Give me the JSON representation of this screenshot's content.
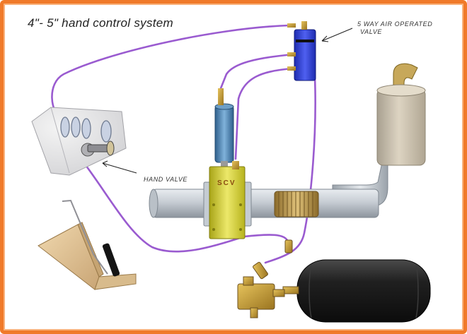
{
  "title": "4\"- 5\" hand control system",
  "labels": {
    "air_valve_line1": "5 WAY AIR OPERATED",
    "air_valve_line2": "VALVE",
    "hand_valve": "HAND VALVE"
  },
  "gate_marking": "SCV",
  "colors": {
    "frame": "#f07a2a",
    "air_line": "#9a5bd0",
    "air_valve": "#2f3fd6",
    "gate_body": "#d8d42a",
    "cylinder": "#4e86b8",
    "tank": "#1d1d1d",
    "muffler": "#c8bca8",
    "pedal_board": "#e2c69a"
  },
  "icons": [
    "arrow-pointer-icon"
  ]
}
